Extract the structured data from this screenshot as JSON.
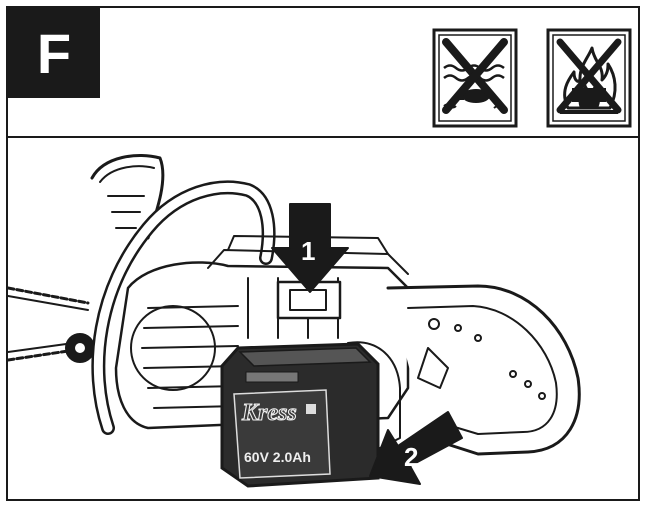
{
  "figure": {
    "step_letter": "F",
    "battery_brand": "Kress",
    "battery_rating": "60V 2.0Ah",
    "callout_1": "1",
    "callout_2": "2"
  },
  "icons": {
    "no_water": "no-water-icon",
    "no_fire": "no-fire-icon"
  },
  "colors": {
    "ink": "#1a1a1a",
    "paper": "#ffffff",
    "battery_body": "#2b2b2b"
  }
}
